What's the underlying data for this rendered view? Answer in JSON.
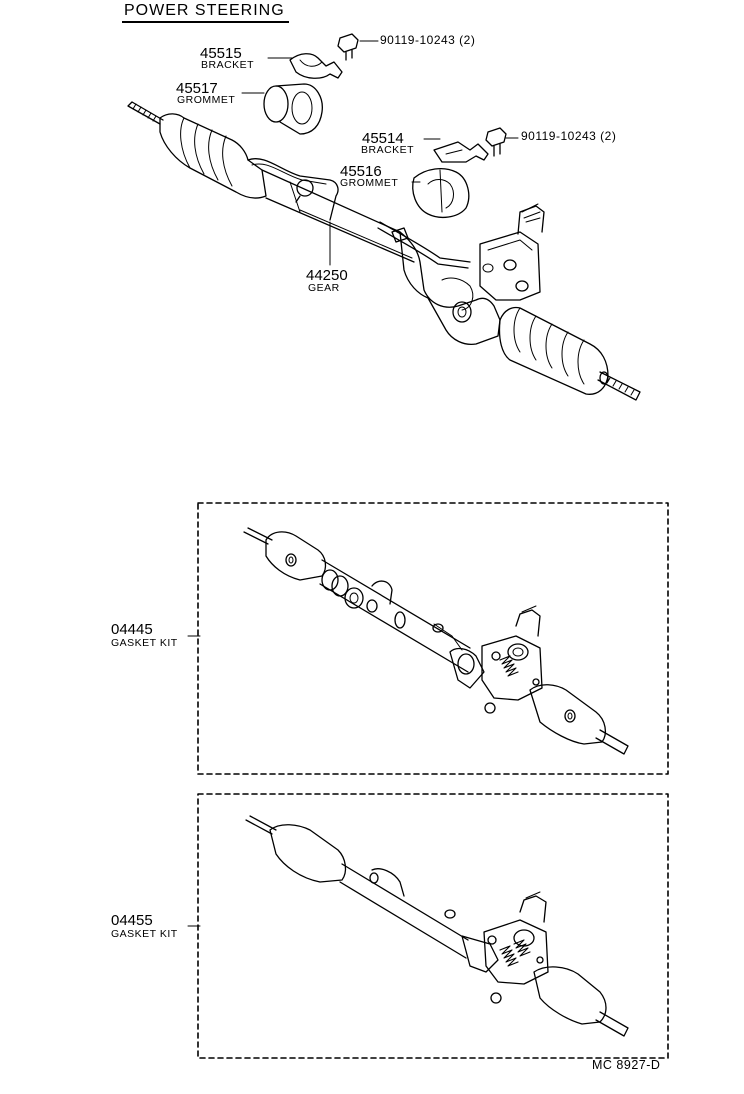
{
  "title": "POWER STEERING",
  "parts": {
    "bracket_a": {
      "number": "45515",
      "name": "BRACKET"
    },
    "grommet_a": {
      "number": "45517",
      "name": "GROMMET"
    },
    "bolt_a": {
      "number": "90119-10243 (2)"
    },
    "bracket_b": {
      "number": "45514",
      "name": "BRACKET"
    },
    "grommet_b": {
      "number": "45516",
      "name": "GROMMET"
    },
    "bolt_b": {
      "number": "90119-10243 (2)"
    },
    "gear": {
      "number": "44250",
      "name": "GEAR"
    }
  },
  "kits": [
    {
      "number": "04445",
      "name": "GASKET KIT"
    },
    {
      "number": "04455",
      "name": "GASKET KIT"
    }
  ],
  "figure_code": "MC  8927-D"
}
